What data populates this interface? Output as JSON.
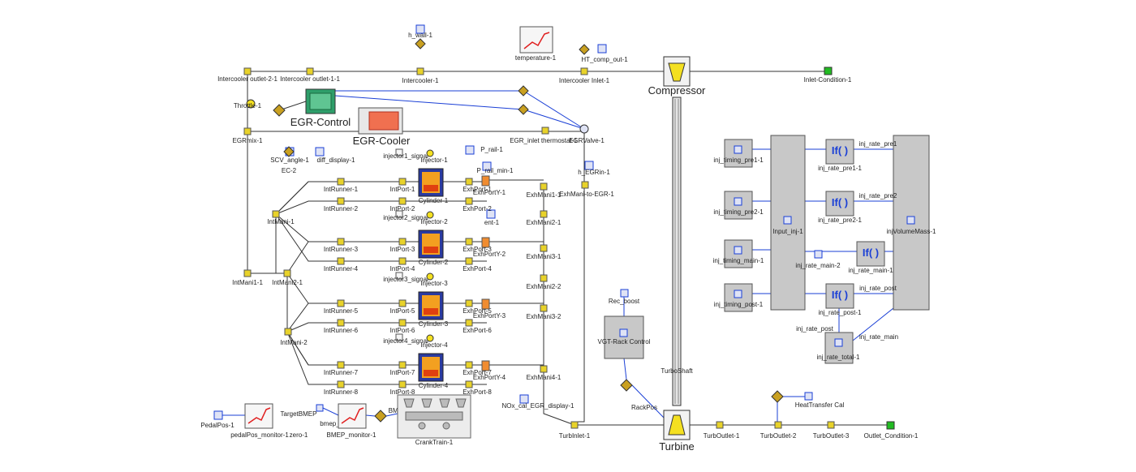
{
  "colors": {
    "pipe": "#333333",
    "signal": "#1a3fd6",
    "component_gray": "#c8c8c8",
    "inlet_green": "#22bb22",
    "connector_yellow": "#e8d22a"
  },
  "labels": {
    "h_wall": "h_wall-1",
    "temperature": "temperature-1",
    "ht_comp_out": "HT_comp_out-1",
    "intercooler_outlet_2": "Intercooler outlet-2-1",
    "intercooler_outlet_1": "Intercooler outlet-1-1",
    "intercooler": "Intercooler-1",
    "intercooler_inlet": "Intercooler Inlet-1",
    "compressor": "Compressor",
    "inlet_condition": "Inlet-Condition-1",
    "throttle": "Throttle-1",
    "egr_control": "EGR-Control",
    "egr_cooler": "EGR-Cooler",
    "egr_mix": "EGRmix-1",
    "egr_inlet": "EGR_inlet thermostat-1",
    "egr_valve": "EGRValve-1",
    "scv_angle": "SCV_angle-1",
    "diff_display": "diff_display-1",
    "ec": "EC-2",
    "p_rail": "P_rail-1",
    "p_rail_min": "P_rail_min-1",
    "h_egrin": "h_EGRin-1",
    "exhmani_to_egr": "ExhMani-to-EGR-1",
    "ent": "ent-1",
    "nox_cal": "NOx_cal_EGR_display-1",
    "vgt_rack": "VGT-Rack Control",
    "rec_boost": "Rec_boost",
    "turbo_shaft": "TurboShaft",
    "turbine": "Turbine",
    "turb_inlet": "TurbInlet-1",
    "turb_outlet_1": "TurbOutlet-1",
    "turb_outlet_2": "TurbOutlet-2",
    "turb_outlet_3": "TurbOutlet-3",
    "outlet_condition": "Outlet_Condition-1",
    "heat_transfer": "HeatTransfer Cal",
    "rack_pos": "RackPos",
    "pedal_pos": "PedalPos-1",
    "pedal_monitor": "pedalPos_monitor-1",
    "target_bmep": "TargetBMEP",
    "bmep_filter": "bmep_filter",
    "zero": "zero-1",
    "bmep_monitor": "BMEP_monitor-1",
    "bmep": "BMEP",
    "crank_train": "CrankTrain-1",
    "int_mani_1": "IntMani-1",
    "int_mani_1_1": "IntMani1-1",
    "int_mani_2_1": "IntMani2-1",
    "int_mani_2": "IntMani-2",
    "input_inj": "Input_inj-1",
    "inj_vol_mass": "injVolumeMass-1",
    "inj_rate_post_lbl": "inj_rate_post",
    "inj_rate_main_lbl": "inj_rate_main",
    "inj_rate_total": "inj_rate_total-1",
    "if_label": "If( )"
  },
  "runners": [
    "IntRunner-1",
    "IntRunner-2",
    "IntRunner-3",
    "IntRunner-4",
    "IntRunner-5",
    "IntRunner-6",
    "IntRunner-7",
    "IntRunner-8"
  ],
  "int_ports": [
    "IntPort-1",
    "IntPort-2",
    "IntPort-3",
    "IntPort-4",
    "IntPort-5",
    "IntPort-6",
    "IntPort-7",
    "IntPort-8"
  ],
  "exh_ports": [
    "ExhPort-1",
    "ExhPort-2",
    "ExhPort-3",
    "ExhPort-4",
    "ExhPort-5",
    "ExhPort-6",
    "ExhPort-7",
    "ExhPort-8"
  ],
  "cylinders": [
    "Cylinder-1",
    "Cylinder-2",
    "Cylinder-3",
    "Cylinder-4"
  ],
  "injectors": [
    "Injector-1",
    "Injector-2",
    "Injector-3",
    "Injector-4"
  ],
  "injector_signals": [
    "injector1_signal",
    "injector2_signal",
    "injector3_signal",
    "injector4_signal"
  ],
  "exh_port_y": [
    "ExhPortY-1",
    "ExhPortY-2",
    "ExhPortY-3",
    "ExhPortY-4"
  ],
  "exh_mani": [
    "ExhMani1-1",
    "ExhMani2-1",
    "ExhMani3-1",
    "ExhMani2-2",
    "ExhMani3-2",
    "ExhMani4-1"
  ],
  "inj_timing": [
    "inj_timing_pre1-1",
    "inj_timing_pre2-1",
    "inj_timing_main-1",
    "inj_timing_post-1"
  ],
  "inj_rate": [
    "inj_rate_pre1-1",
    "inj_rate_pre2-1",
    "inj_rate_main-1",
    "inj_rate_post-1"
  ],
  "inj_rate_main2": "inj_rate_main-2",
  "bus_labels": [
    "inj_rate_pre1",
    "inj_rate_pre2",
    "inj_rate_post"
  ]
}
